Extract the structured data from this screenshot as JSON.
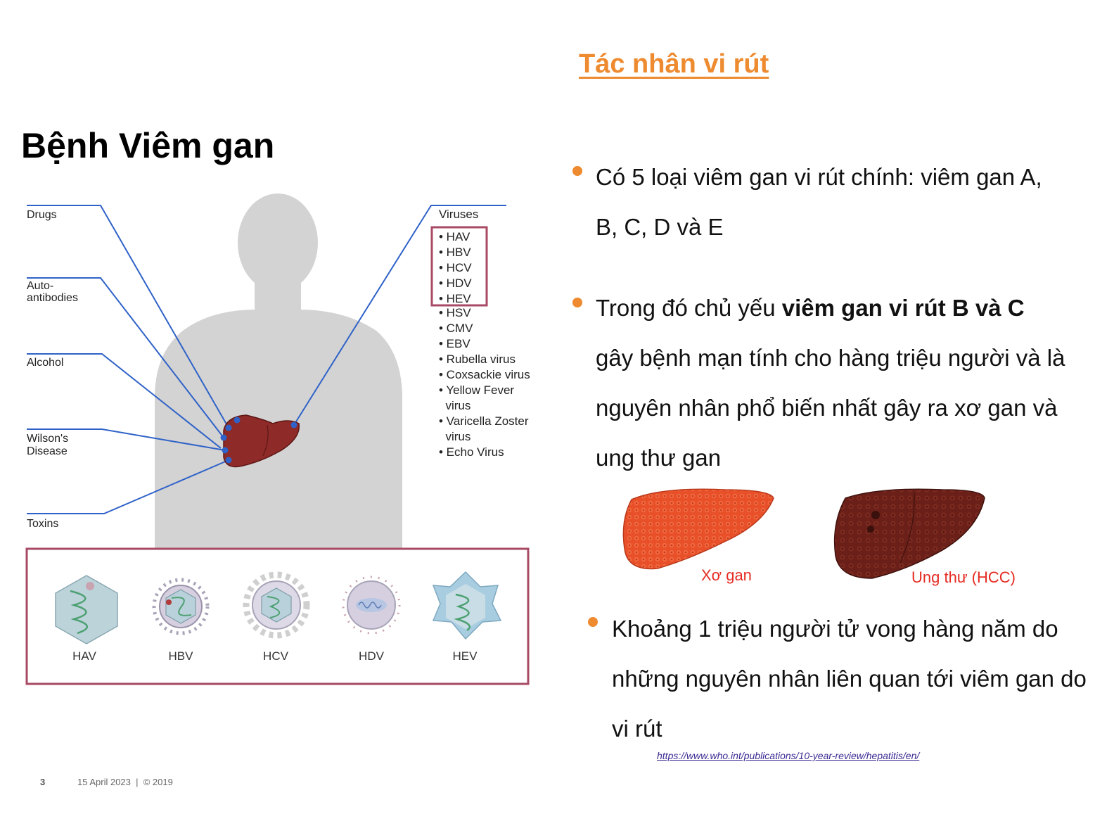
{
  "slide": {
    "title": "Bệnh Viêm gan",
    "section_title": "Tác nhân vi rút",
    "bullets": [
      {
        "text": "Có 5 loại viêm gan vi rút chính: viêm gan A, B, C, D và E"
      },
      {
        "pre": "Trong đó chủ yếu ",
        "bold": "viêm gan vi rút B và C",
        "post": " gây bệnh mạn tính cho hàng triệu người và là nguyên nhân phổ biến nhất gây ra xơ gan và ung thư gan"
      },
      {
        "text": "Khoảng 1 triệu người tử vong hàng năm do những nguyên nhân liên quan tới viêm gan do vi rút"
      }
    ],
    "source_link": "https://www.who.int/publications/10-year-review/hepatitis/en/",
    "captions": {
      "cirrhosis": "Xơ gan",
      "hcc": "Ung thư (HCC)"
    },
    "footer": {
      "page": "3",
      "date": "15 April 2023  |  © 2019"
    }
  },
  "diagram": {
    "left_labels": [
      {
        "lines": [
          "Drugs"
        ]
      },
      {
        "lines": [
          "Auto-",
          "antibodies"
        ]
      },
      {
        "lines": [
          "Alcohol"
        ]
      },
      {
        "lines": [
          "Wilson's",
          "Disease"
        ]
      },
      {
        "lines": [
          "Toxins"
        ]
      }
    ],
    "viruses_heading": "Viruses",
    "virus_list": [
      "• HAV",
      "• HBV",
      "• HCV",
      "• HDV",
      "• HEV",
      "• HSV",
      "• CMV",
      "• EBV",
      "• Rubella virus",
      "• Coxsackie virus",
      "• Yellow Fever",
      "  virus",
      "• Varicella Zoster",
      "  virus",
      "• Echo Virus"
    ],
    "virion_labels": [
      "HAV",
      "HBV",
      "HCV",
      "HDV",
      "HEV"
    ]
  },
  "colors": {
    "accent": "#ee8a2f",
    "line_blue": "#2f62c8",
    "box_border": "#a84a64",
    "silhouette": "#d3d3d3",
    "liver": "#8e2a27",
    "caption_red": "#e52b22",
    "link": "#3b2a93"
  }
}
